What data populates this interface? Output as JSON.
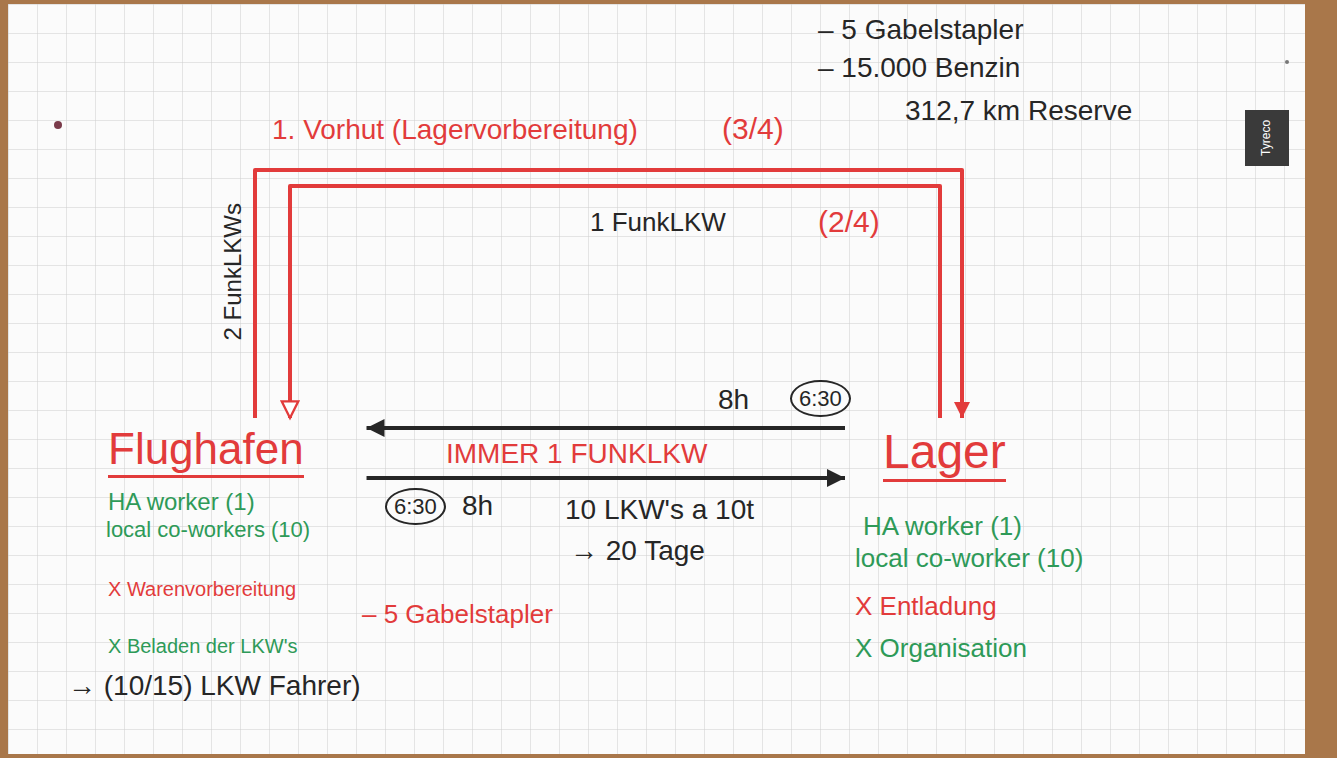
{
  "diagram": {
    "nodes": [
      {
        "text": [
          "Flughafen",
          "HA worker (1)",
          "local co-workers (10)",
          "X Warenvorbereitung",
          "X Beladen der LKW's",
          "→ (10/15) LKW Fahrer)"
        ]
      },
      {
        "text": [
          "Lager",
          "HA worker (1)",
          "local co-worker (10)",
          "X Entladung",
          "X Organisation"
        ]
      }
    ],
    "edges": [
      {
        "from": 0,
        "to": 1,
        "arrow": "to",
        "label": "1. Vorhut (Lagervorbereitung)"
      },
      {
        "from": 1,
        "to": 0,
        "arrow": "to",
        "label": "1 FunkLKW"
      },
      {
        "from": 1,
        "to": 0,
        "arrow": "to",
        "label": "8h"
      },
      {
        "from": 0,
        "to": 1,
        "arrow": "to",
        "label": "8h"
      }
    ],
    "labels": [
      "– 5 Gabelstapler",
      "– 15.000 Benzin",
      "312,7 km Reserve",
      "(3/4)",
      "2 FunkLKWs",
      "(2/4)",
      "6:30",
      "IMMER 1 FUNKLKW",
      "6:30",
      "10 LKW's a 10t",
      "→ 20 Tage",
      "– 5 Gabelstapler",
      "Tyreco"
    ]
  }
}
